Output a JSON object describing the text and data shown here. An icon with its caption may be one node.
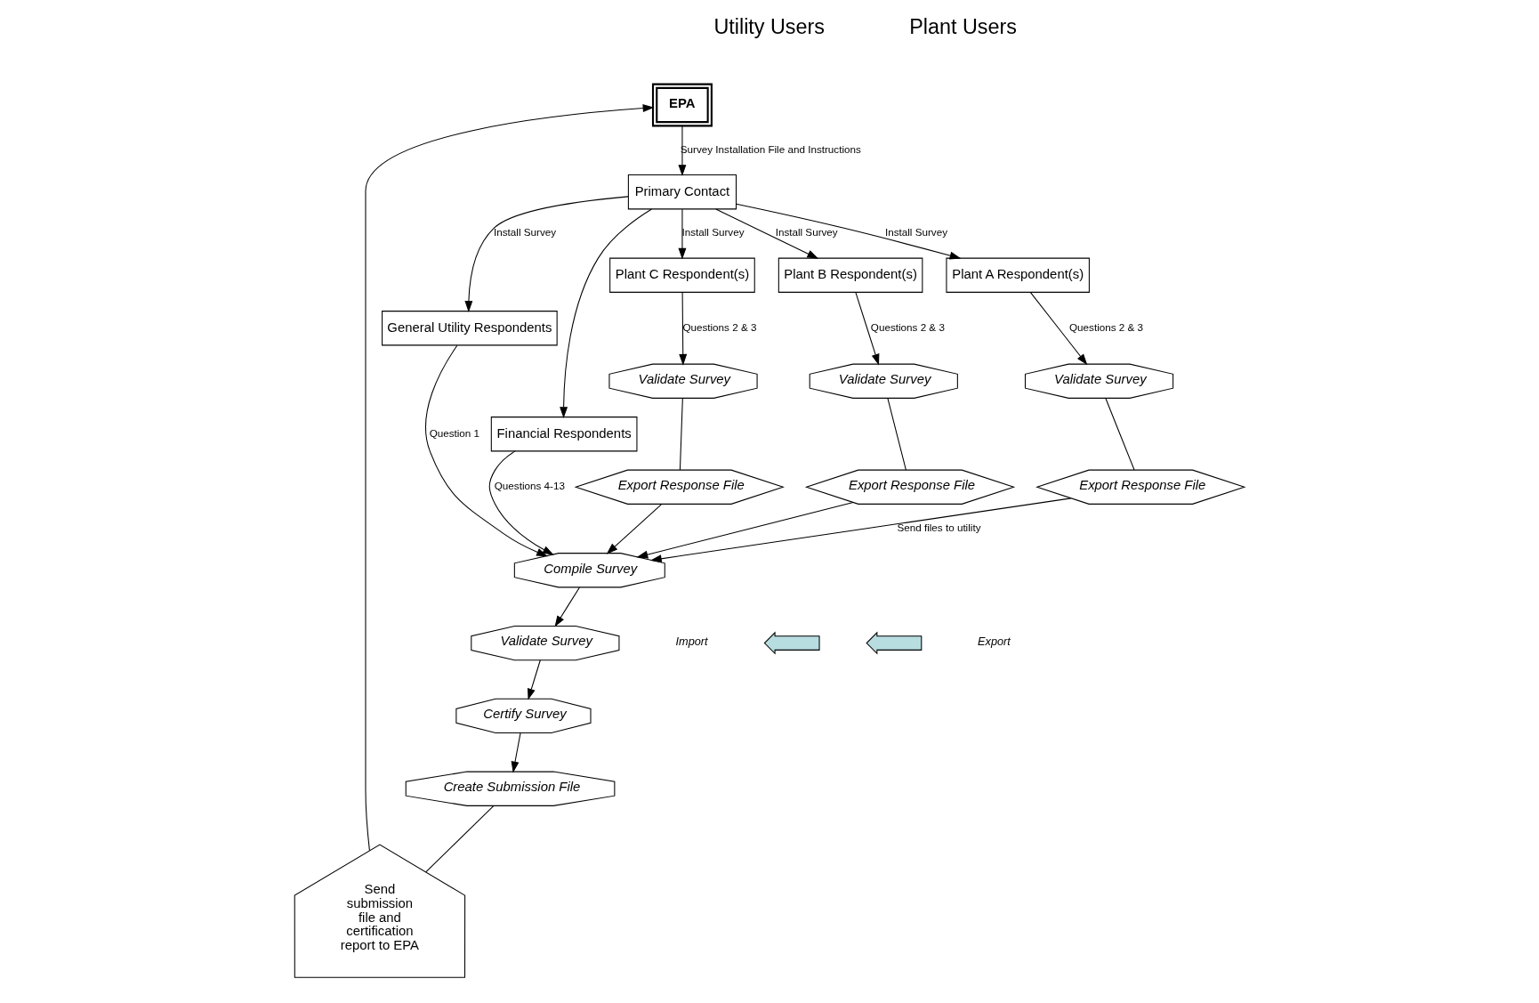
{
  "diagram": {
    "nodes": [
      {
        "text": [
          "EPA"
        ]
      },
      {
        "text": [
          "Primary Contact"
        ]
      },
      {
        "text": [
          "Plant A Respondent(s)"
        ]
      },
      {
        "text": [
          "Validate Survey"
        ]
      },
      {
        "text": [
          "Plant B Respondent(s)"
        ]
      },
      {
        "text": [
          "Validate Survey"
        ]
      },
      {
        "text": [
          "Plant C Respondent(s)"
        ]
      },
      {
        "text": [
          "Validate Survey"
        ]
      },
      {
        "text": [
          "General Utility Respondents"
        ]
      },
      {
        "text": [
          "Financial Respondents"
        ]
      },
      {
        "text": [
          "Compile Survey"
        ]
      },
      {
        "text": [
          "Export Response File"
        ]
      },
      {
        "text": [
          "Export Response File"
        ]
      },
      {
        "text": [
          "Export Response File"
        ]
      },
      {
        "text": [
          "Send submission file and certification report to EPA"
        ]
      },
      {
        "text": [
          "Validate Survey"
        ]
      },
      {
        "text": [
          "Certify Survey"
        ]
      },
      {
        "text": [
          "Create Submission File"
        ]
      },
      {
        "text": [],
        "shape": "arrow"
      },
      {
        "text": [],
        "shape": "arrow"
      }
    ],
    "edges": [
      {
        "from": 0,
        "to": 1,
        "arrow": "to",
        "label": "Survey Installation File and Instructions"
      },
      {
        "from": 1,
        "to": 2,
        "arrow": "to",
        "label": "Install Survey"
      },
      {
        "from": 1,
        "to": 4,
        "arrow": "to",
        "label": "Install Survey"
      },
      {
        "from": 1,
        "to": 6,
        "arrow": "to",
        "label": "Install Survey"
      },
      {
        "from": 1,
        "to": 8,
        "arrow": "to",
        "label": "Install Survey"
      },
      {
        "from": 1,
        "to": 9,
        "arrow": "to"
      },
      {
        "from": 2,
        "to": 3,
        "arrow": "to",
        "label": "Questions 2 & 3"
      },
      {
        "from": 4,
        "to": 5,
        "arrow": "to",
        "label": "Questions 2 & 3"
      },
      {
        "from": 6,
        "to": 7,
        "arrow": "to",
        "label": "Questions 2 & 3"
      },
      {
        "from": 3,
        "to": 13,
        "arrow": "none"
      },
      {
        "from": 5,
        "to": 12,
        "arrow": "none"
      },
      {
        "from": 7,
        "to": 11,
        "arrow": "none"
      },
      {
        "from": 11,
        "to": 10,
        "arrow": "to"
      },
      {
        "from": 12,
        "to": 10,
        "arrow": "to"
      },
      {
        "from": 13,
        "to": 10,
        "arrow": "to",
        "label": "Send files to utility"
      },
      {
        "from": 8,
        "to": 10,
        "arrow": "to",
        "label": "Question 1"
      },
      {
        "from": 9,
        "to": 10,
        "arrow": "to",
        "label": "Questions 4-13"
      },
      {
        "from": 10,
        "to": 15,
        "arrow": "to"
      },
      {
        "from": 15,
        "to": 16,
        "arrow": "to"
      },
      {
        "from": 16,
        "to": 17,
        "arrow": "to"
      },
      {
        "from": 17,
        "to": 14,
        "arrow": "none"
      },
      {
        "from": 14,
        "to": 0,
        "arrow": "to"
      }
    ],
    "labels": [
      "Utility Users",
      "Plant Users",
      "Import",
      "Export"
    ]
  }
}
